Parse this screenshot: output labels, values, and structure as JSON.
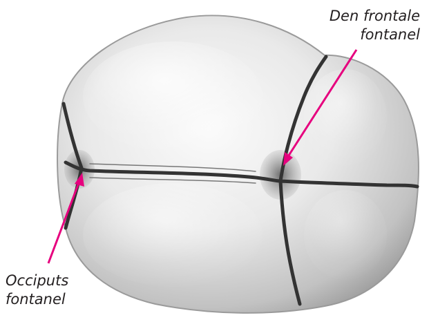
{
  "labels": {
    "frontal": {
      "line1": "Den frontale",
      "line2": "fontanel"
    },
    "occipital": {
      "line1": "Occiputs",
      "line2": "fontanel"
    }
  },
  "colors": {
    "arrow": "#e6007e",
    "text": "#231f20",
    "skull_light": "#f7f7f7",
    "skull_shadow": "#8a8a8a",
    "suture": "#3a3a3a"
  }
}
